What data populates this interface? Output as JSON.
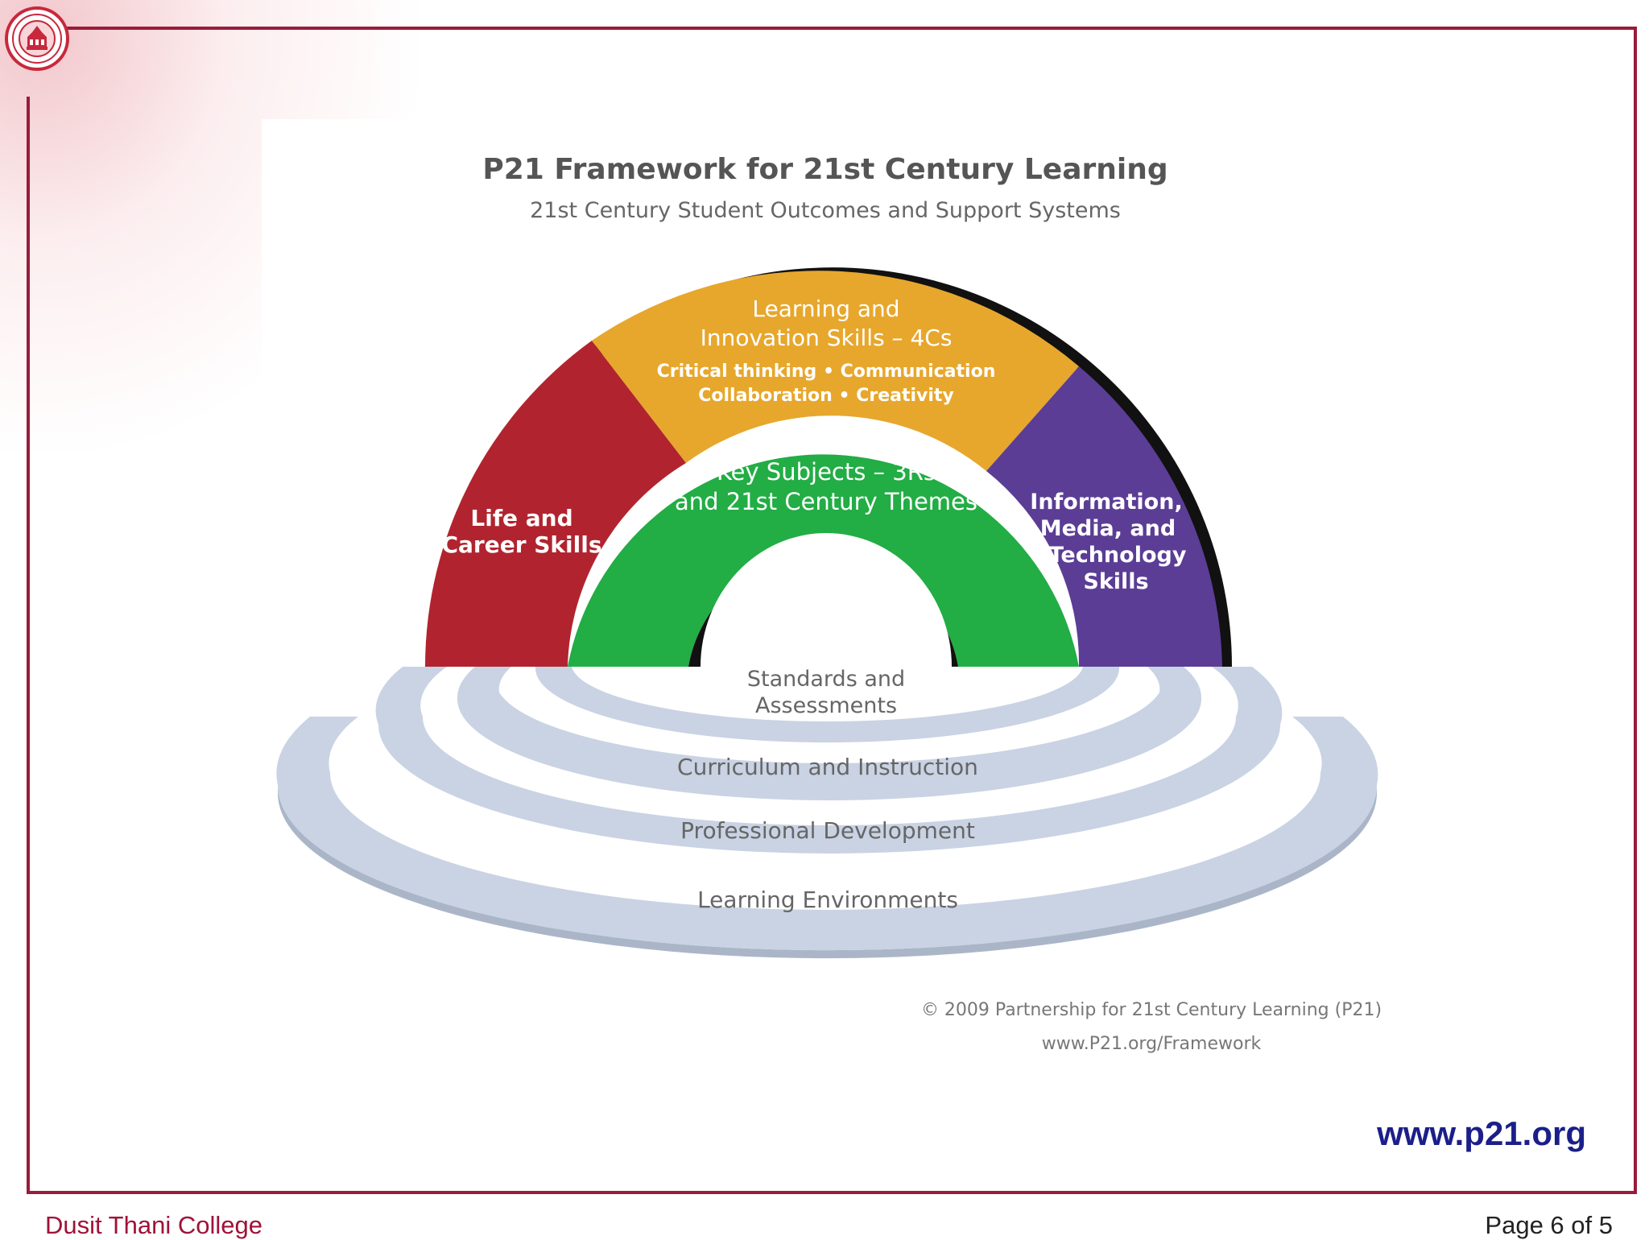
{
  "diagram": {
    "title": "P21 Framework for 21st Century Learning",
    "subtitle": "21st Century Student Outcomes and Support Systems",
    "outcomes": {
      "learning_innovation": {
        "line1": "Learning and",
        "line2": "Innovation Skills – 4Cs",
        "detail1": "Critical thinking • Communication",
        "detail2": "Collaboration • Creativity"
      },
      "life_career": {
        "line1": "Life and",
        "line2": "Career Skills"
      },
      "key_subjects": {
        "line1": "Key Subjects – 3Rs",
        "line2": "and 21st Century Themes"
      },
      "information_media": {
        "line1": "Information,",
        "line2": "Media, and",
        "line3": "Technology",
        "line4": "Skills"
      }
    },
    "support_systems": {
      "standards": {
        "line1": "Standards and",
        "line2": "Assessments"
      },
      "curriculum": "Curriculum and Instruction",
      "professional": "Professional Development",
      "environments": "Learning Environments"
    },
    "copyright": "© 2009  Partnership for 21st Century Learning (P21)",
    "framework_url": "www.P21.org/Framework",
    "colors": {
      "red": "#b1242f",
      "orange": "#e7a72c",
      "green": "#22ad45",
      "purple": "#5b3d95",
      "ring": "#c9d3e3"
    }
  },
  "slide": {
    "link": "www.p21.org",
    "footer_left": "Dusit Thani College",
    "footer_right": "Page 6 of 5"
  }
}
